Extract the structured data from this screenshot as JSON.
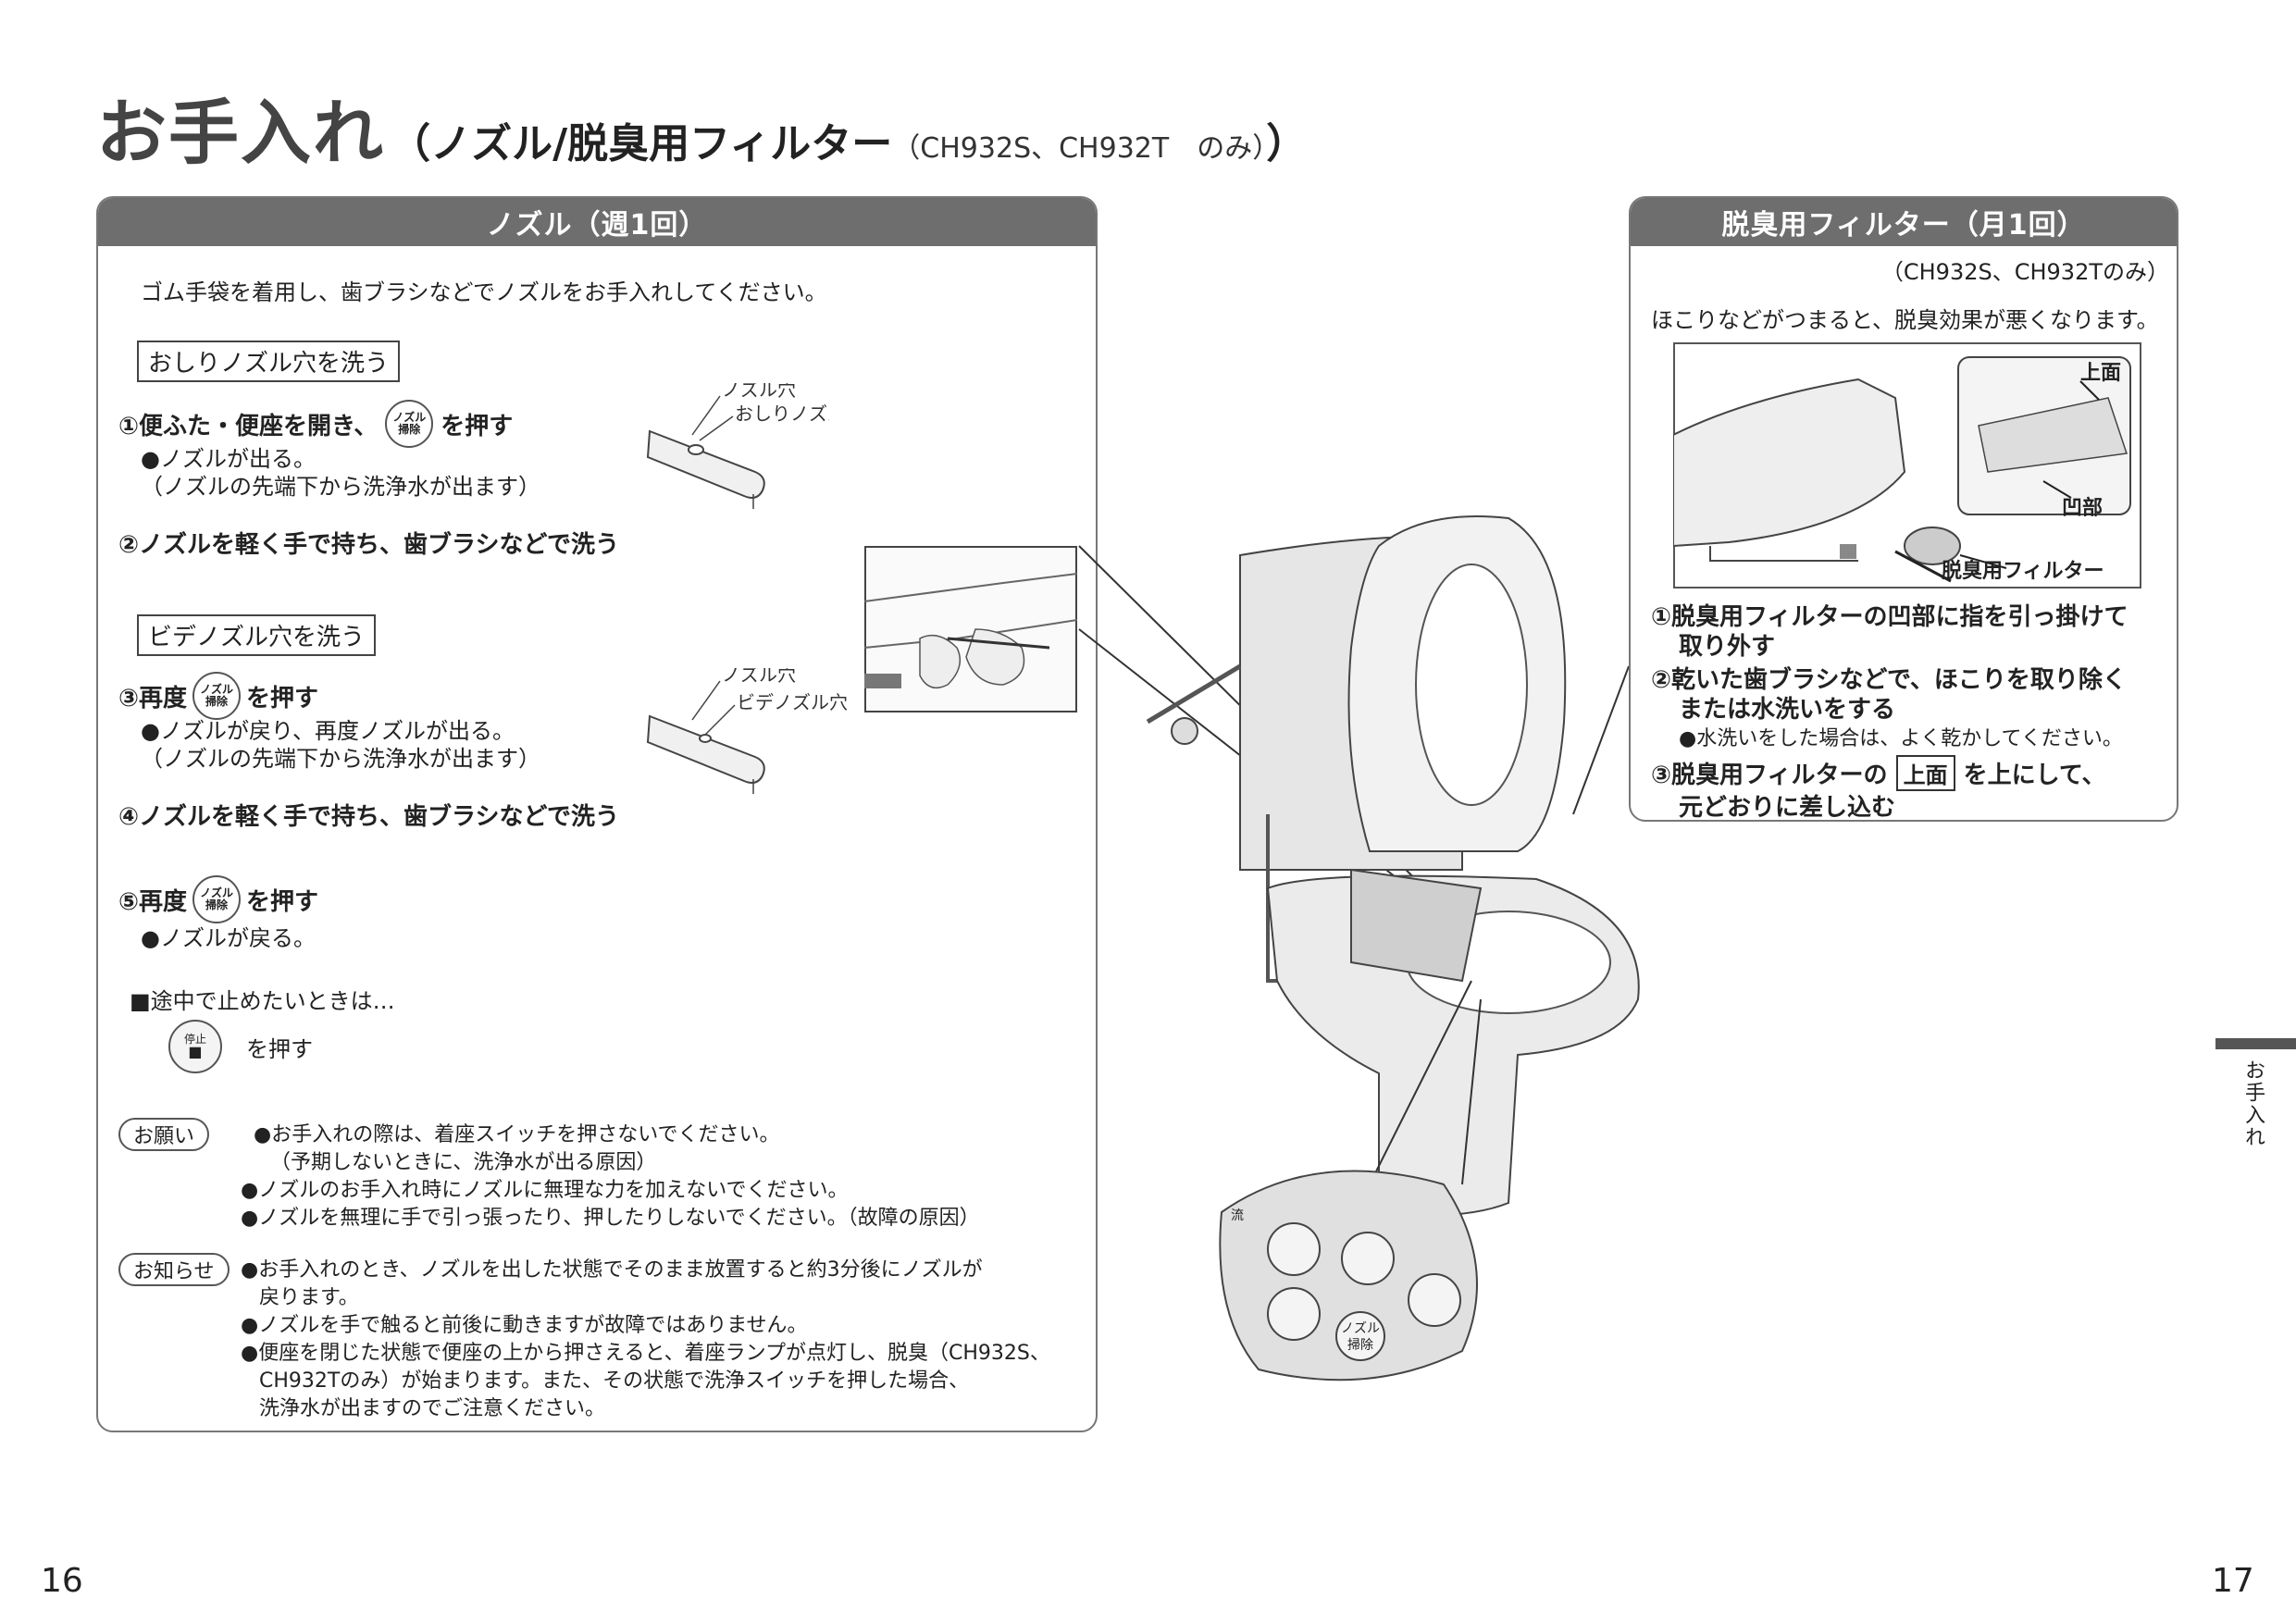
{
  "title": {
    "main": "お手入れ",
    "open_paren": "（",
    "sub": "ノズル/脱臭用フィルター",
    "models": "（CH932S、CH932T　のみ）",
    "close_paren": "）"
  },
  "nozzle": {
    "header": "ノズル（週1回）",
    "intro": "ゴム手袋を着用し、歯ブラシなどでノズルをお手入れしてください。",
    "section1_label": "おしりノズル穴を洗う",
    "step1_a": "①便ふた・便座を開き、",
    "step1_b": "を押す",
    "step1_bullet": "●ノズルが出る。",
    "step1_note": "（ノズルの先端下から洗浄水が出ます）",
    "step2": "②ノズルを軽く手で持ち、歯ブラシなどで洗う",
    "section2_label": "ビデノズル穴を洗う",
    "step3_a": "③再度",
    "step3_b": "を押す",
    "step3_bullet": "●ノズルが戻り、再度ノズルが出る。",
    "step3_note": "（ノズルの先端下から洗浄水が出ます）",
    "step4": "④ノズルを軽く手で持ち、歯ブラシなどで洗う",
    "step5_a": "⑤再度",
    "step5_b": "を押す",
    "step5_bullet": "●ノズルが戻る。",
    "stop_heading": "■途中で止めたいときは…",
    "stop_text": "を押す",
    "btn_nozzle_line1": "ノズル",
    "btn_nozzle_line2": "掃除",
    "btn_stop_label": "停止",
    "btn_stop_symbol": "■",
    "diagram1_label1": "ノズル穴",
    "diagram1_label2": "おしりノズル穴",
    "diagram2_label1": "ノズル穴",
    "diagram2_label2": "ビデノズル穴",
    "request_tag": "お願い",
    "request_items": [
      "●お手入れの際は、着座スイッチを押さないでください。",
      "（予期しないときに、洗浄水が出る原因）",
      "●ノズルのお手入れ時にノズルに無理な力を加えないでください。",
      "●ノズルを無理に手で引っ張ったり、押したりしないでください。（故障の原因）"
    ],
    "notice_tag": "お知らせ",
    "notice_items": [
      "●お手入れのとき、ノズルを出した状態でそのまま放置すると約3分後にノズルが",
      "戻ります。",
      "●ノズルを手で触ると前後に動きますが故障ではありません。",
      "●便座を閉じた状態で便座の上から押さえると、着座ランプが点灯し、脱臭（CH932S、",
      "CH932Tのみ）が始まります。また、その状態で洗浄スイッチを押した場合、",
      "洗浄水が出ますのでご注意ください。"
    ]
  },
  "filter": {
    "header": "脱臭用フィルター（月1回）",
    "models": "（CH932S、CH932Tのみ）",
    "intro": "ほこりなどがつまると、脱臭効果が悪くなります。",
    "label_top": "上面",
    "label_recess": "凹部",
    "label_filter": "脱臭用フィルター",
    "step1_l1": "①脱臭用フィルターの凹部に指を引っ掛けて",
    "step1_l2": "取り外す",
    "step2_l1": "②乾いた歯ブラシなどで、ほこりを取り除く",
    "step2_l2": "または水洗いをする",
    "step2_bullet": "●水洗いをした場合は、よく乾かしてください。",
    "step3_a": "③脱臭用フィルターの",
    "step3_key": "上面",
    "step3_b": "を上にして、",
    "step3_l2": "元どおりに差し込む"
  },
  "remote": {
    "nozzle_line1": "ノズル",
    "nozzle_line2": "掃除",
    "partial_char": "流"
  },
  "side_tab": "お手入れ",
  "page_left": "16",
  "page_right": "17"
}
